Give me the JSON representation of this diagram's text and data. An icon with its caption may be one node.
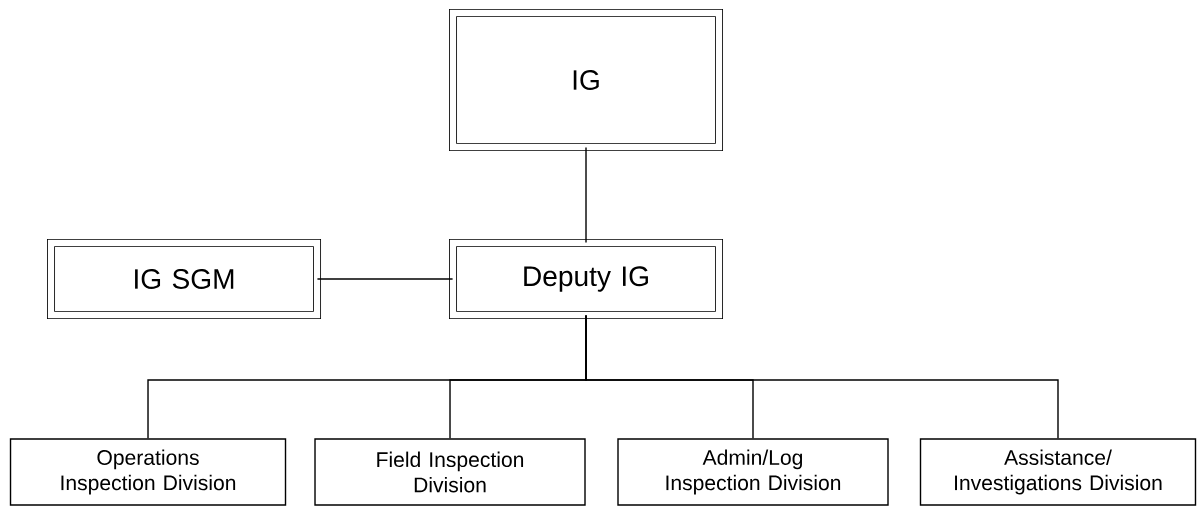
{
  "diagram": {
    "nodes": [
      {
        "text": [
          "IG"
        ]
      },
      {
        "text": [
          "IG SGM"
        ]
      },
      {
        "text": [
          "Deputy IG"
        ]
      },
      {
        "text": [
          "Operations Inspection Division"
        ]
      },
      {
        "text": [
          "Field Inspection Division"
        ]
      },
      {
        "text": [
          "Admin/Log Inspection Division"
        ]
      },
      {
        "text": [
          "Assistance/ Investigations Division"
        ]
      }
    ],
    "edges": [
      {
        "from": 0,
        "to": 2,
        "arrow": "none"
      },
      {
        "from": 1,
        "to": 2,
        "arrow": "none"
      },
      {
        "from": 2,
        "to": 3,
        "arrow": "none"
      },
      {
        "from": 2,
        "to": 4,
        "arrow": "none"
      },
      {
        "from": 2,
        "to": 5,
        "arrow": "none"
      },
      {
        "from": 2,
        "to": 6,
        "arrow": "none"
      }
    ]
  }
}
